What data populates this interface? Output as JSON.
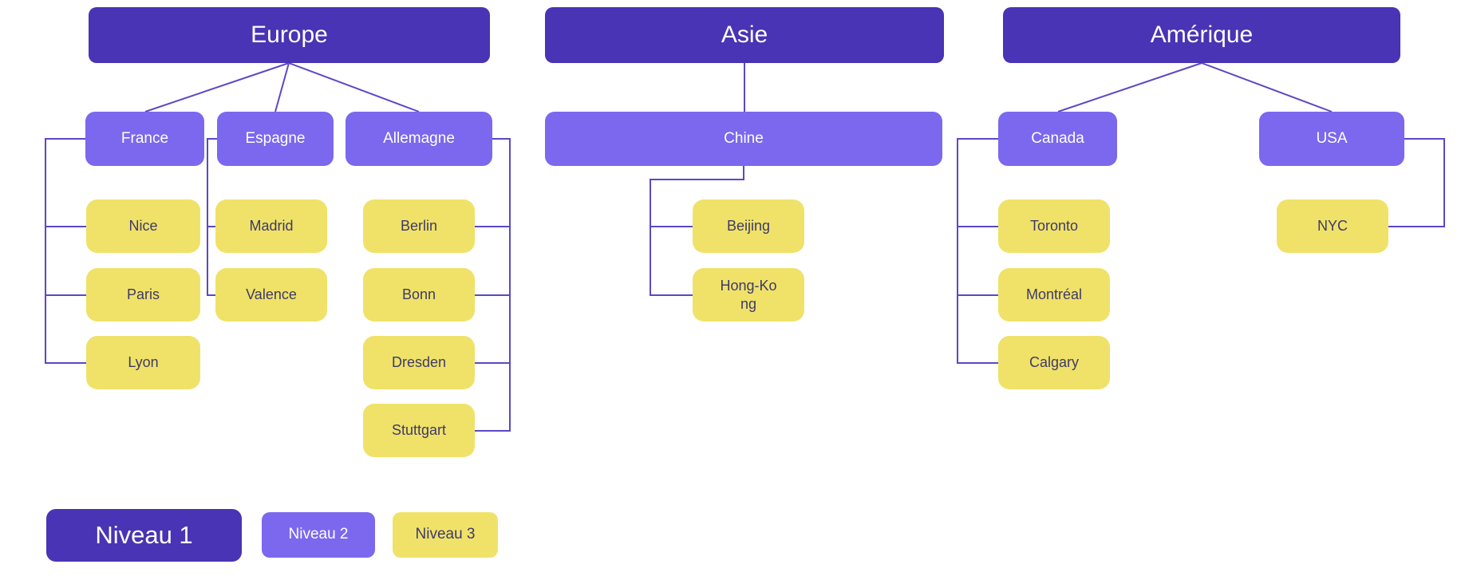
{
  "diagram": {
    "groups": [
      {
        "root": "Europe",
        "countries": [
          {
            "label": "France",
            "cities": [
              "Nice",
              "Paris",
              "Lyon"
            ]
          },
          {
            "label": "Espagne",
            "cities": [
              "Madrid",
              "Valence"
            ]
          },
          {
            "label": "Allemagne",
            "cities": [
              "Berlin",
              "Bonn",
              "Dresden",
              "Stuttgart"
            ]
          }
        ]
      },
      {
        "root": "Asie",
        "countries": [
          {
            "label": "Chine",
            "cities": [
              "Beijing",
              "Hong-Kong"
            ]
          }
        ]
      },
      {
        "root": "Amérique",
        "countries": [
          {
            "label": "Canada",
            "cities": [
              "Toronto",
              "Montréal",
              "Calgary"
            ]
          },
          {
            "label": "USA",
            "cities": [
              "NYC"
            ]
          }
        ]
      }
    ],
    "legend": [
      {
        "label": "Niveau 1",
        "level": 1
      },
      {
        "label": "Niveau 2",
        "level": 2
      },
      {
        "label": "Niveau 3",
        "level": 3
      }
    ],
    "colors": {
      "level1": "#4834b4",
      "level2": "#7b68ee",
      "level3": "#f0e269",
      "line": "#5a49c5",
      "level3_text": "#3e3a68",
      "level12_text": "#ffffff",
      "background": "#ffffff"
    }
  }
}
